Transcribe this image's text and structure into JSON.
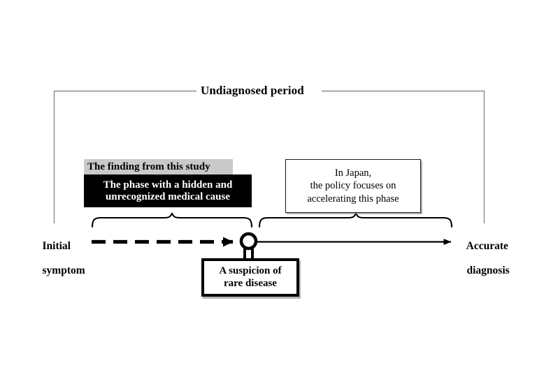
{
  "figure": {
    "type": "process-timeline-diagram",
    "background_color": "#ffffff",
    "span_label": "Undiagnosed period",
    "bracket_color": "#8c8c8c"
  },
  "endpoints": {
    "start": {
      "line1": "Initial",
      "line2": "symptom"
    },
    "end": {
      "line1": "Accurate",
      "line2": "diagnosis"
    }
  },
  "finding": {
    "header": "The finding from this study",
    "header_highlight_color": "#c9c9c9",
    "box_background": "#000000",
    "box_text_color": "#ffffff",
    "line1": "The phase with a hidden and",
    "line2": "unrecognized medical cause"
  },
  "policy": {
    "line1": "In Japan,",
    "line2": "the policy focuses on",
    "line3": "accelerating this phase"
  },
  "milestone": {
    "line1": "A suspicion of",
    "line2": "rare disease",
    "marker": "circle-node"
  },
  "icons": {
    "dashed_arrow": "dashed-arrow-icon",
    "solid_arrow": "solid-arrow-icon",
    "left_brace": "curly-brace-icon",
    "right_brace": "curly-brace-icon",
    "node": "circle-node-icon",
    "span_bracket": "span-bracket-icon"
  }
}
